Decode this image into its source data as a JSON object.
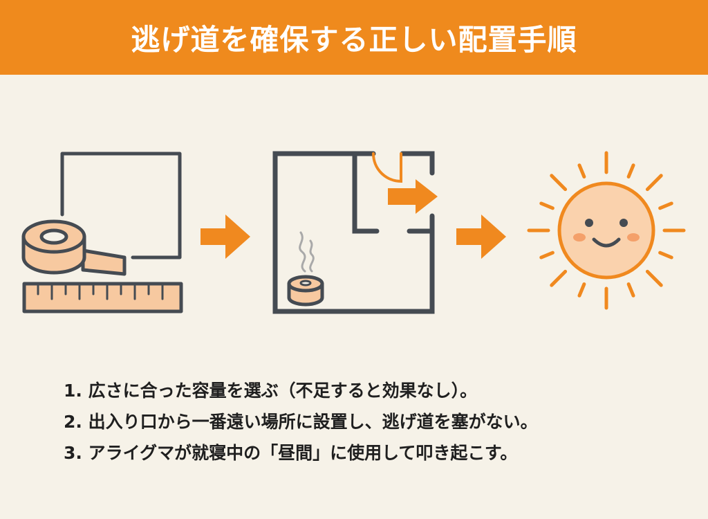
{
  "header": {
    "title": "逃げ道を確保する正しい配置手順"
  },
  "colors": {
    "header": "#EF8A1D",
    "background": "#F6F2E8",
    "line": "#454B52",
    "accent": "#F0891F",
    "peach": "#F7C9A0"
  },
  "illustrations": [
    {
      "icon": "tape-measure-room-icon"
    },
    {
      "icon": "arrow-right-icon"
    },
    {
      "icon": "floor-plan-smoke-can-icon"
    },
    {
      "icon": "arrow-right-icon"
    },
    {
      "icon": "smiling-sun-icon"
    }
  ],
  "steps": [
    "1. 広さに合った容量を選ぶ（不足すると効果なし）。",
    "2. 出入り口から一番遠い場所に設置し、逃げ道を塞がない。",
    "3. アライグマが就寝中の「昼間」に使用して叩き起こす。"
  ]
}
